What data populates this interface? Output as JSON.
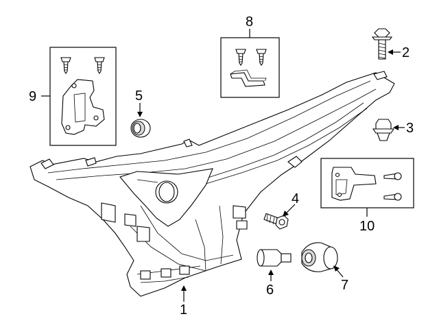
{
  "callouts": {
    "c1": "1",
    "c2": "2",
    "c3": "3",
    "c4": "4",
    "c5": "5",
    "c6": "6",
    "c7": "7",
    "c8": "8",
    "c9": "9",
    "c10": "10"
  },
  "colors": {
    "line": "#000000",
    "background": "#ffffff",
    "shade": "#d9d9d9"
  }
}
